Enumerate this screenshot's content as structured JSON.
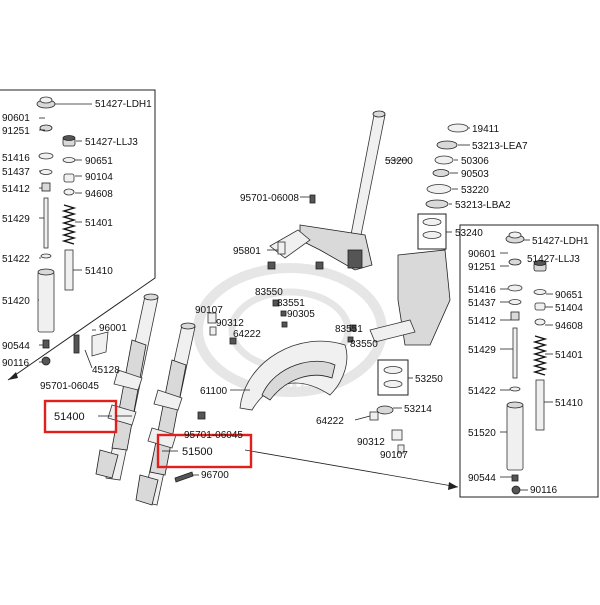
{
  "watermark": "KYMCO",
  "left_inset_labels": [
    "51427-LDH1",
    "90601",
    "91251",
    "51427-LLJ3",
    "51416",
    "90651",
    "51437",
    "90104",
    "51412",
    "94608",
    "51429",
    "51401",
    "51422",
    "51410",
    "51420",
    "90544",
    "90116"
  ],
  "right_inset_labels": [
    "51427-LDH1",
    "90601",
    "91251",
    "51427-LLJ3",
    "51416",
    "90651",
    "51437",
    "51404",
    "51412",
    "94608",
    "51429",
    "51401",
    "51422",
    "51410",
    "51520",
    "90544",
    "90116"
  ],
  "main_labels": [
    "19411",
    "53213-LEA7",
    "50306",
    "90503",
    "53220",
    "53213-LBA2",
    "53240",
    "53200",
    "95701-06008",
    "95801",
    "83550",
    "83551",
    "90305",
    "83551",
    "83550",
    "90107",
    "90312",
    "64222",
    "61100",
    "96001",
    "45128",
    "95701-06045",
    "95701-06045",
    "96700",
    "53250",
    "53214",
    "64222",
    "90312",
    "90107"
  ],
  "callouts": {
    "left": "51400",
    "right": "51500"
  }
}
